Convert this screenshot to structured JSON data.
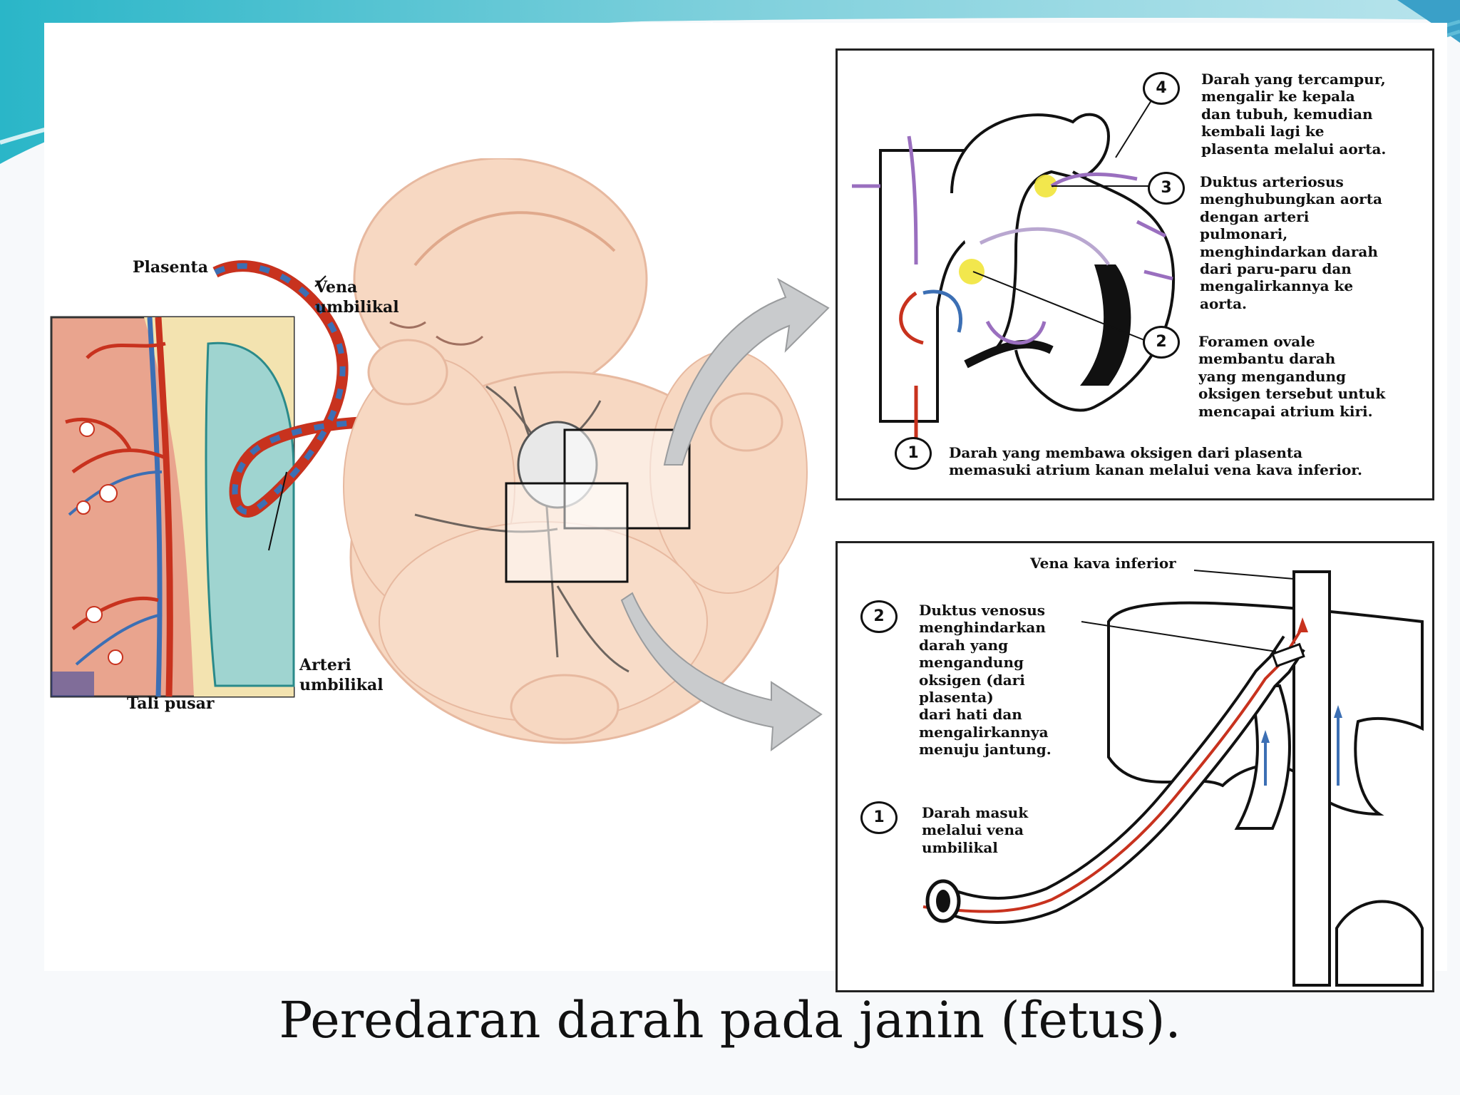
{
  "placenta": {
    "title": "Plasenta",
    "vena_umbilikal": [
      "Vena",
      "umbilikal"
    ],
    "arteri_umbilikal": [
      "Arteri",
      "umbilikal"
    ],
    "tali_pusar": "Tali pusar"
  },
  "heart_panel": {
    "steps": [
      {
        "num": "4",
        "lines": [
          "Darah yang tercampur,",
          "mengalir ke kepala",
          "dan tubuh, kemudian",
          "kembali lagi ke",
          "plasenta melalui aorta."
        ]
      },
      {
        "num": "3",
        "lines": [
          "Duktus arteriosus",
          "menghubungkan aorta",
          "dengan arteri",
          "pulmonari,",
          "menghindarkan darah",
          "dari paru-paru dan",
          "mengalirkannya ke",
          "aorta."
        ]
      },
      {
        "num": "2",
        "lines": [
          "Foramen ovale",
          "membantu darah",
          "yang mengandung",
          "oksigen tersebut untuk",
          "mencapai atrium kiri."
        ]
      },
      {
        "num": "1",
        "lines": [
          "Darah yang membawa oksigen dari plasenta",
          "memasuki atrium kanan melalui vena kava inferior."
        ]
      }
    ]
  },
  "liver_panel": {
    "vena_kava": "Vena kava inferior",
    "steps": [
      {
        "num": "2",
        "lines": [
          "Duktus venosus",
          "menghindarkan",
          "darah yang",
          "mengandung",
          "oksigen (dari",
          "plasenta)",
          "dari hati dan",
          "mengalirkannya",
          "menuju jantung."
        ]
      },
      {
        "num": "1",
        "lines": [
          "Darah masuk",
          "melalui vena",
          "umbilikal"
        ]
      }
    ]
  },
  "caption": "Peredaran darah pada janin (fetus).",
  "colors": {
    "oxygenated": "#c8321e",
    "deoxygenated": "#3c6fb4",
    "mixed": "#9a6fbf",
    "highlight": "#f1e43a",
    "skin": "#f7d8c2"
  }
}
